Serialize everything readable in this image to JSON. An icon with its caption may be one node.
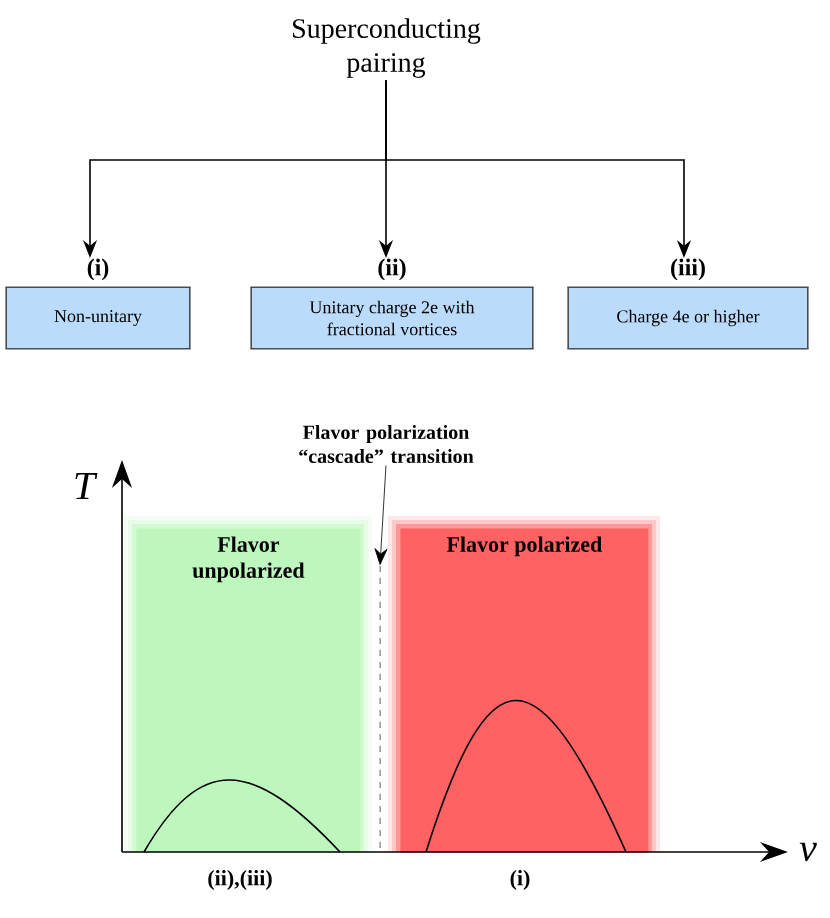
{
  "diagram": {
    "nodes": [
      {
        "text": [
          "Superconducting pairing"
        ]
      },
      {
        "text": [
          "(i)",
          "Non-unitary"
        ]
      },
      {
        "text": [
          "(ii)",
          "Unitary charge 2e with fractional vortices"
        ]
      },
      {
        "text": [
          "(iii)",
          "Charge 4e or higher"
        ]
      },
      {
        "text": [
          "Flavor polarization “cascade” transition"
        ]
      },
      {
        "text": [
          "Flavor unpolarized"
        ]
      },
      {
        "text": [
          "Flavor polarized"
        ]
      },
      {
        "text": [],
        "shape": "line"
      }
    ],
    "edges": [
      {
        "from": 0,
        "to": 1,
        "arrow": "to"
      },
      {
        "from": 0,
        "to": 2,
        "arrow": "to"
      },
      {
        "from": 0,
        "to": 3,
        "arrow": "to"
      },
      {
        "from": 4,
        "to": 7,
        "arrow": "to"
      }
    ],
    "labels": [
      "T",
      "ν",
      "(ii),(iii)",
      "(i)"
    ]
  }
}
